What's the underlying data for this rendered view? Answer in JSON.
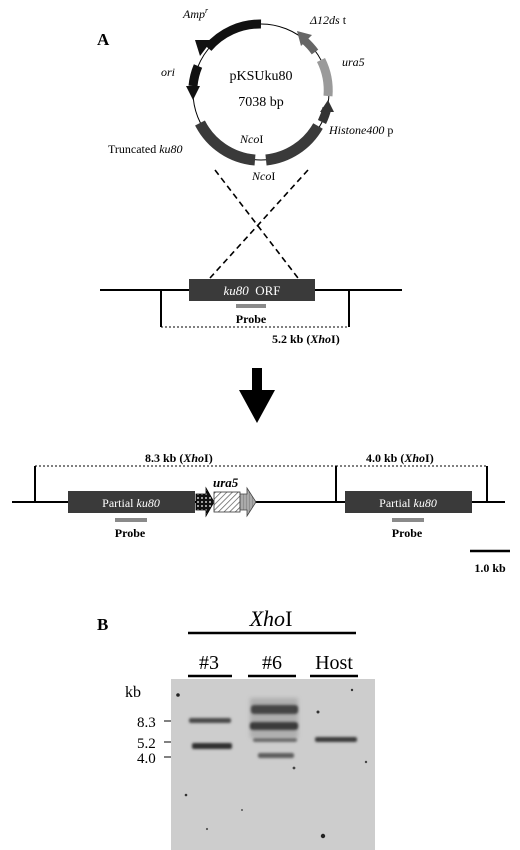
{
  "panel_a": {
    "label": "A",
    "plasmid": {
      "name": "pKSUku80",
      "size": "7038 bp",
      "labels": {
        "amp_text": "Amp",
        "amp_sup": "r",
        "ori": "ori",
        "d12ds_italic": "Δ12ds",
        "d12ds_suffix": " t",
        "ura5": "ura5",
        "histone_italic": "Histone400",
        "histone_suffix": " p",
        "truncated_prefix": "Truncated ",
        "truncated_italic": "ku80",
        "ncoi_italic": "Nco",
        "ncoi_suffix": "I"
      }
    },
    "genome_wt": {
      "orf_italic": "ku80",
      "orf_suffix": "  ORF",
      "probe": "Probe",
      "fragment_prefix": "5.2 kb (",
      "fragment_italic": "Xho",
      "fragment_suffix": "I)"
    },
    "genome_mutant": {
      "fragment_left_prefix": "8.3 kb (",
      "fragment_left_italic": "Xho",
      "fragment_left_suffix": "I)",
      "fragment_right_prefix": "4.0 kb (",
      "fragment_right_italic": "Xho",
      "fragment_right_suffix": "I)",
      "partial_prefix": "Partial ",
      "partial_italic": "ku80",
      "ura5": "ura5",
      "probe": "Probe"
    },
    "scale_bar": "1.0 kb"
  },
  "panel_b": {
    "label": "B",
    "enzyme_italic": "Xho",
    "enzyme_suffix": "I",
    "lanes": [
      "#3",
      "#6",
      "Host"
    ],
    "unit": "kb",
    "markers": [
      "8.3",
      "5.2",
      "4.0"
    ]
  },
  "colors": {
    "box_fill": "#3a3a3a",
    "probe_gray": "#8a8a8a",
    "blot_bg": "#cdcdcd"
  }
}
